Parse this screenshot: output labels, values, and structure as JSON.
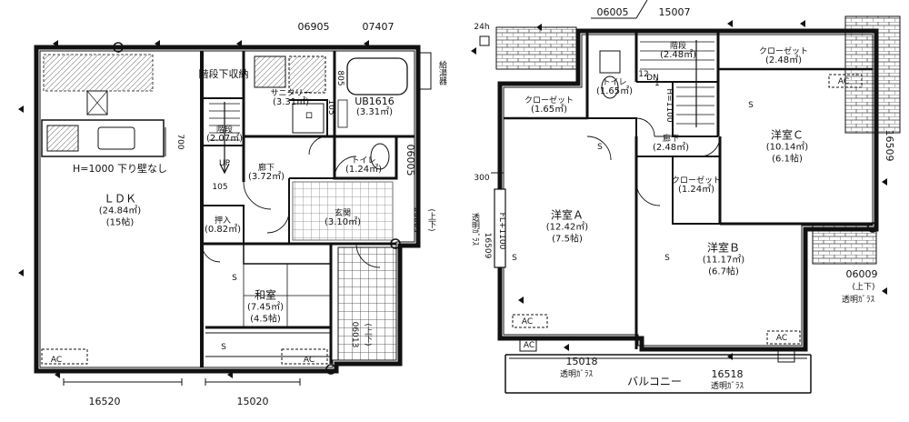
{
  "floor1": {
    "codes": [
      "06905",
      "07407",
      "06005",
      "06009",
      "(上下)",
      "06013",
      "(上下)",
      "16520",
      "15020"
    ],
    "rooms": {
      "ldk": {
        "name": "ＬＤＫ",
        "area": "(24.84㎡)",
        "size": "(15帖)"
      },
      "h1000": {
        "name": "H=1000 下り壁なし"
      },
      "kaidan_shita": {
        "name": "階段下収納"
      },
      "kaidan": {
        "name": "階段",
        "area": "(2.07㎡)"
      },
      "up": {
        "name": "UP"
      },
      "sanitary": {
        "name": "サニタリー",
        "area": "(3.31㎡)"
      },
      "washer": {
        "name": "ロ"
      },
      "ub": {
        "name": "UB1616",
        "area": "(3.31㎡)"
      },
      "toilet": {
        "name": "トイレ",
        "area": "(1.24㎡)"
      },
      "rouka": {
        "name": "廊下",
        "area": "(3.72㎡)"
      },
      "genkan": {
        "name": "玄関",
        "area": "(3.10㎡)"
      },
      "oshiire": {
        "name": "押入",
        "area": "(0.82㎡)"
      },
      "washitsu": {
        "name": "和室",
        "area": "(7.45㎡)",
        "size": "(4.5帖)"
      },
      "kyuto": {
        "name": "給湯器"
      }
    },
    "dims": {
      "d700": "700",
      "d805": "805",
      "d105a": "105",
      "d105b": "105"
    },
    "ac": [
      "AC",
      "AC"
    ],
    "s_marks": [
      "S",
      "S"
    ]
  },
  "floor2": {
    "codes": [
      "24h",
      "06005",
      "15007",
      "16509",
      "300",
      "16509",
      "06009",
      "(上下)",
      "透明ｶﾞﾗｽ",
      "15018",
      "透明ｶﾞﾗｽ",
      "16518",
      "透明ｶﾞﾗｽ"
    ],
    "rooms": {
      "closet_a": {
        "name": "クローゼット",
        "area": "(1.65㎡)"
      },
      "toilet": {
        "name": "トイレ",
        "area": "(1.65㎡)"
      },
      "kaidan": {
        "name": "階段",
        "area": "(2.48㎡)"
      },
      "dn": {
        "name": "DN"
      },
      "h1100": {
        "name": "H=1100"
      },
      "closet_c": {
        "name": "クローゼット",
        "area": "(2.48㎡)"
      },
      "rouka": {
        "name": "廊下",
        "area": "(2.48㎡)"
      },
      "youshitsu_c": {
        "name": "洋室Ｃ",
        "area": "(10.14㎡)",
        "size": "(6.1帖)"
      },
      "closet_b": {
        "name": "クローゼット",
        "area": "(1.24㎡)"
      },
      "youshitsu_a": {
        "name": "洋室Ａ",
        "area": "(12.42㎡)",
        "size": "(7.5帖)"
      },
      "youshitsu_b": {
        "name": "洋室Ｂ",
        "area": "(11.17㎡)",
        "size": "(6.7帖)"
      },
      "balcony": {
        "name": "バルコニー"
      }
    },
    "side": {
      "glass": "透明ｶﾞﾗｽ",
      "fl": "FL+1100"
    },
    "stair_nums": [
      "1",
      "12"
    ],
    "ac": [
      "AC",
      "AC",
      "AC",
      "AC"
    ],
    "s_marks": [
      "S",
      "S",
      "S",
      "S"
    ]
  }
}
